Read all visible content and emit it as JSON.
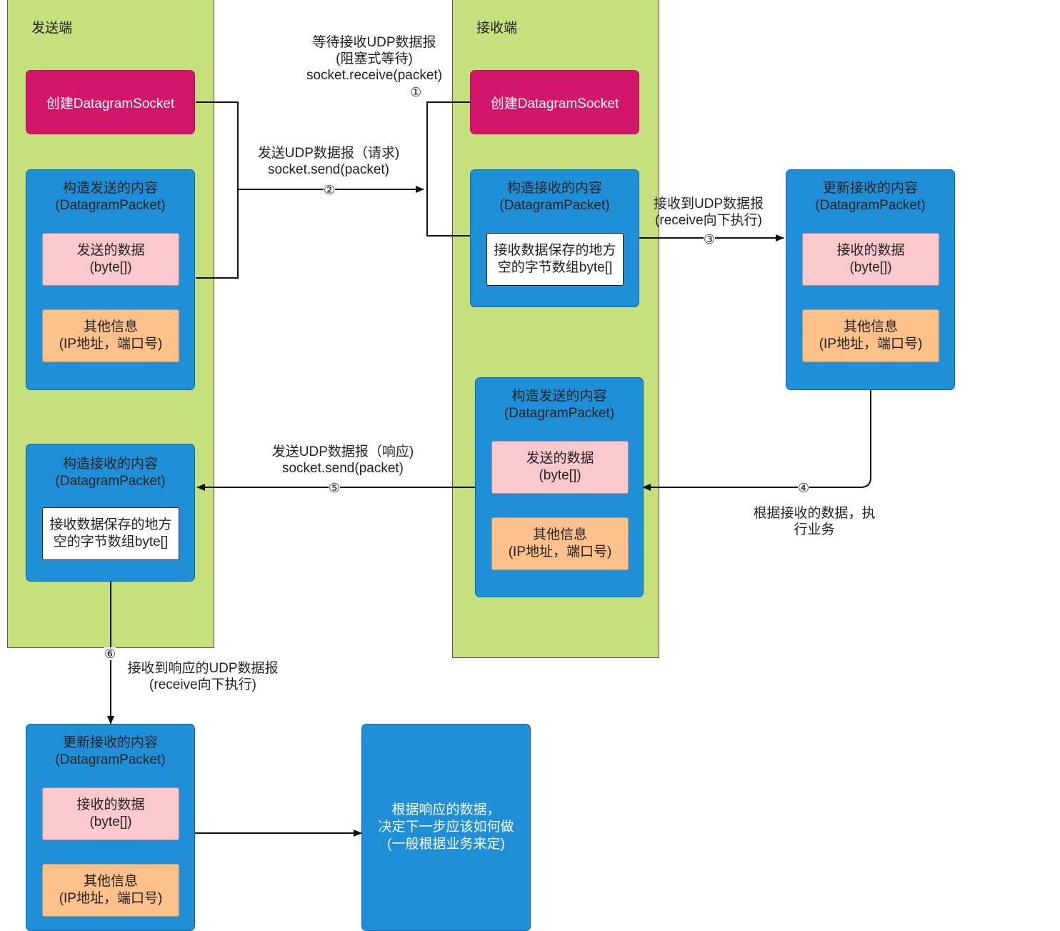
{
  "sender": {
    "title": "发送端",
    "create_socket": "创建DatagramSocket",
    "send_packet": {
      "title_line1": "构造发送的内容",
      "title_line2": "(DatagramPacket)",
      "data_line1": "发送的数据",
      "data_line2": "(byte[])",
      "info_line1": "其他信息",
      "info_line2": "(IP地址，端口号)"
    },
    "recv_packet": {
      "title_line1": "构造接收的内容",
      "title_line2": "(DatagramPacket)",
      "buffer_line1": "接收数据保存的地方",
      "buffer_line2": "空的字节数组byte[]"
    }
  },
  "receiver": {
    "title": "接收端",
    "create_socket": "创建DatagramSocket",
    "recv_packet": {
      "title_line1": "构造接收的内容",
      "title_line2": "(DatagramPacket)",
      "buffer_line1": "接收数据保存的地方",
      "buffer_line2": "空的字节数组byte[]"
    },
    "send_packet": {
      "title_line1": "构造发送的内容",
      "title_line2": "(DatagramPacket)",
      "data_line1": "发送的数据",
      "data_line2": "(byte[])",
      "info_line1": "其他信息",
      "info_line2": "(IP地址，端口号)"
    }
  },
  "receiver_updated": {
    "title_line1": "更新接收的内容",
    "title_line2": "(DatagramPacket)",
    "data_line1": "接收的数据",
    "data_line2": "(byte[])",
    "info_line1": "其他信息",
    "info_line2": "(IP地址，端口号)"
  },
  "sender_updated": {
    "title_line1": "更新接收的内容",
    "title_line2": "(DatagramPacket)",
    "data_line1": "接收的数据",
    "data_line2": "(byte[])",
    "info_line1": "其他信息",
    "info_line2": "(IP地址，端口号)"
  },
  "final_box": {
    "line1": "根据响应的数据，",
    "line2": "决定下一步应该如何做",
    "line3": "(一般根据业务来定)"
  },
  "steps": {
    "s1": {
      "marker": "①",
      "line1": "等待接收UDP数据报",
      "line2": "(阻塞式等待)",
      "line3": "socket.receive(packet)"
    },
    "s2": {
      "marker": "②",
      "line1": "发送UDP数据报（请求)",
      "line2": "socket.send(packet)"
    },
    "s3": {
      "marker": "③",
      "line1": "接收到UDP数据报",
      "line2": "(receive向下执行)"
    },
    "s4": {
      "marker": "④",
      "line1": "根据接收的数据，执",
      "line2": "行业务"
    },
    "s5": {
      "marker": "⑤",
      "line1": "发送UDP数据报（响应)",
      "line2": "socket.send(packet)"
    },
    "s6": {
      "marker": "⑥",
      "line1": "接收到响应的UDP数据报",
      "line2": "(receive向下执行)"
    }
  }
}
